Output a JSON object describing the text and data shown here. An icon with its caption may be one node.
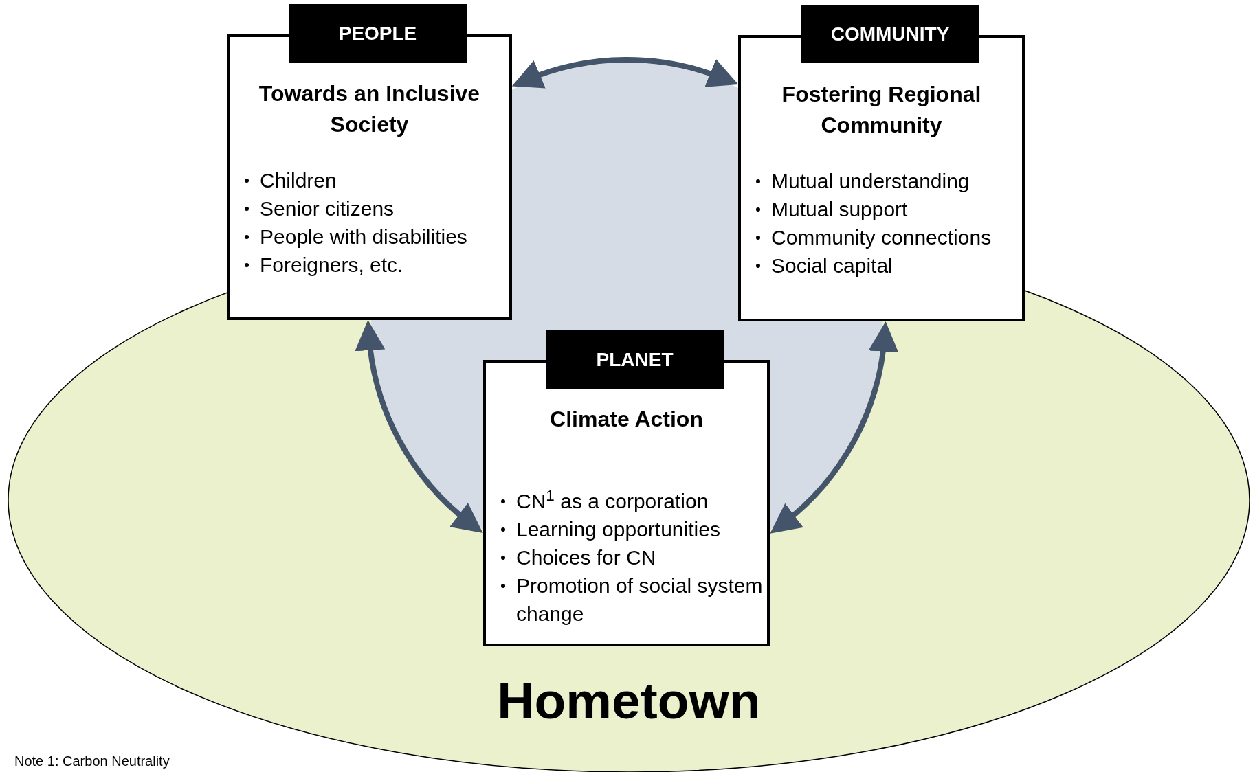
{
  "diagram": {
    "nodes": [
      {
        "text": [
          "Hometown"
        ]
      },
      {
        "text": [
          "PEOPLE",
          "Towards an Inclusive Society",
          "Children",
          "Senior citizens",
          "People with disabilities",
          "Foreigners, etc."
        ]
      },
      {
        "text": [
          "COMMUNITY",
          "Fostering Regional Community",
          "Mutual understanding",
          "Mutual support",
          "Community connections",
          "Social capital"
        ]
      },
      {
        "text": [
          "PLANET",
          "Climate Action",
          "CN$^{1}$ as a corporation",
          "Learning opportunities",
          "Choices for CN",
          "Promotion of social system change"
        ],
        "in": 0
      }
    ],
    "edges": [
      {
        "from": 1,
        "to": 2,
        "arrow": "both"
      },
      {
        "from": 1,
        "to": 3,
        "arrow": "both"
      },
      {
        "from": 2,
        "to": 3,
        "arrow": "both"
      }
    ],
    "labels": [
      "Note 1: Carbon Neutrality"
    ]
  }
}
